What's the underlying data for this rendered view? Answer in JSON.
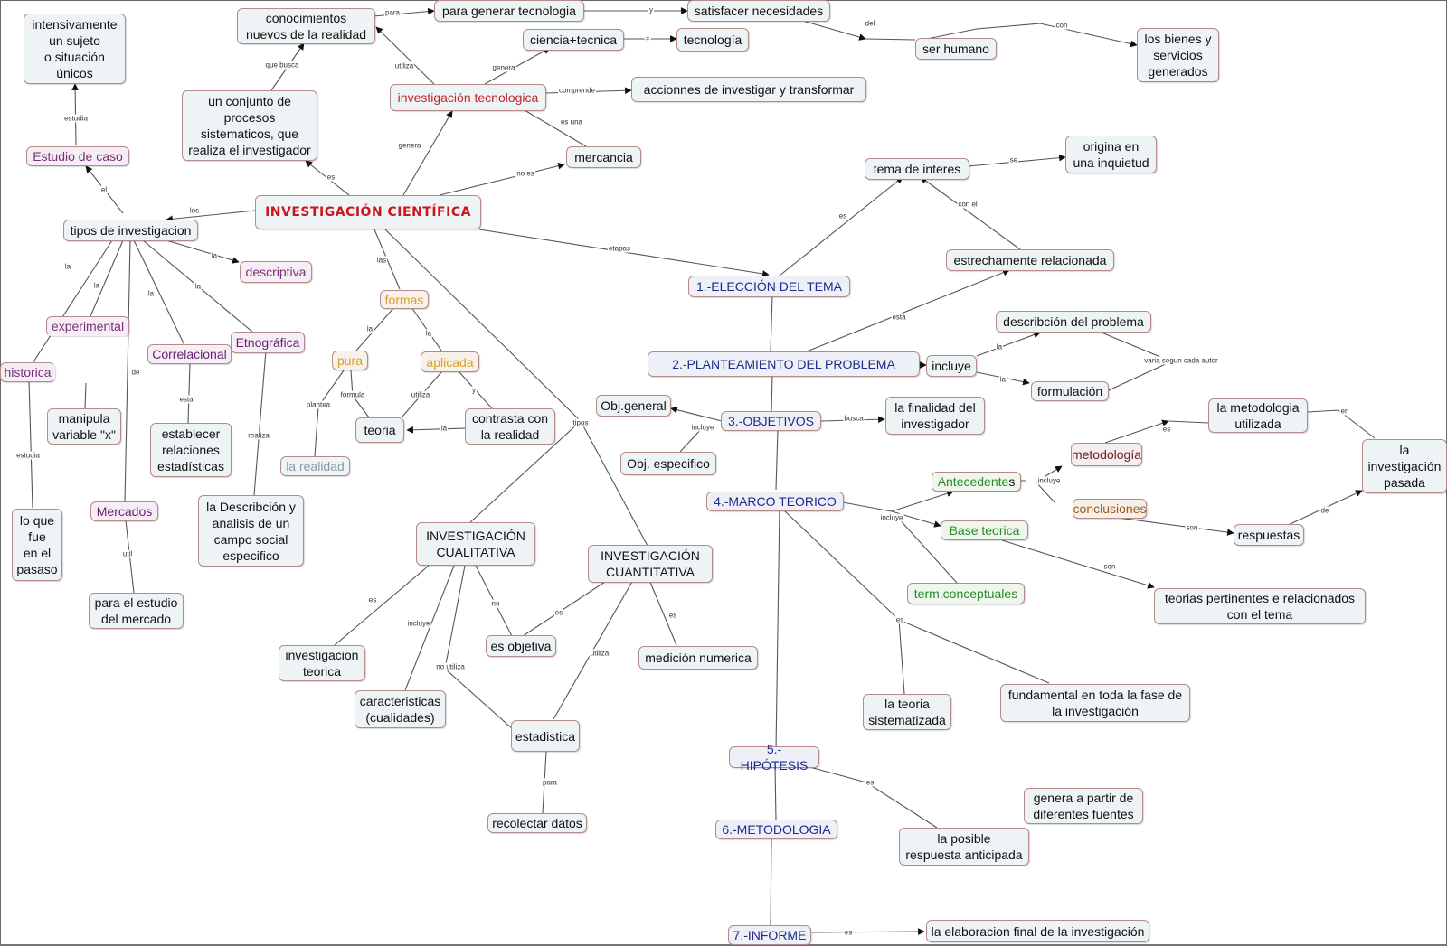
{
  "title": "INVESTIGACIÓN CIENTÍFICA",
  "colors": {
    "link": "#555555",
    "node_border": "#b48a8a",
    "node_bg": "#eef3f6",
    "main_text": "#c8181c",
    "stage_text": "#1f2a8a",
    "type_text": "#7a2f78",
    "form_text": "#d9a02a",
    "marco_text": "#2a8a2a"
  },
  "nodes": {
    "main": "INVESTIGACIÓN CIENTÍFICA",
    "intensivamente": "intensivamente\nun sujeto\no situación\núnicos",
    "conocimientos": "conocimientos\nnuevos de la realidad",
    "para_generar": "para generar tecnologia",
    "satisfacer": "satisfacer necesidades",
    "ser_humano": "ser humano",
    "bienes": "los bienes y\nservicios\ngenerados",
    "ciencia_tecnica": "ciencia+tecnica",
    "tecnologia": "tecnología",
    "inv_tecnologica": "investigación tecnologica",
    "acciones": "accionnes de investigar y transformar",
    "conjunto": "un conjunto de\nprocesos\nsistematicos, que\nrealiza el investigador",
    "mercancia": "mercancia",
    "estudio_caso": "Estudio de caso",
    "tipos": "tipos de investigacion",
    "descriptiva": "descriptiva",
    "experimental": "experimental",
    "historica": "historica",
    "correlacional": "Correlacional",
    "etnografica": "Etnográfica",
    "manipula": "manipula\nvariable \"x\"",
    "establecer": "establecer\nrelaciones\nestadísticas",
    "lo_que_fue": "lo que\nfue\nen el\npasaso",
    "mercados": "Mercados",
    "estudio_mercado": "para el estudio\ndel mercado",
    "descripcion_campo": "la Describción y\nanalisis de un\ncampo social\nespecifico",
    "formas": "formas",
    "pura": "pura",
    "aplicada": "aplicada",
    "la_realidad": "la realidad",
    "teoria": "teoria",
    "contrasta": "contrasta con\nla realidad",
    "cualitativa": "INVESTIGACIÓN\nCUALITATIVA",
    "cuantitativa": "INVESTIGACIÓN\nCUANTITATIVA",
    "inv_teorica": "investigacion\nteorica",
    "caracteristicas": "caracteristicas\n(cualidades)",
    "es_objetiva": "es objetiva",
    "medicion": "medición numerica",
    "estadistica": "estadistica",
    "recolectar": "recolectar datos",
    "tema_interes": "tema de interes",
    "origina": "origina en\nuna inquietud",
    "estrechamente": "estrechamente relacionada",
    "eleccion": "1.-ELECCIÓN DEL TEMA",
    "planteamiento": "2.-PLANTEAMIENTO DEL PROBLEMA",
    "incluye": "incluye",
    "descripcion_problema": "describción del problema",
    "formulacion": "formulación",
    "objetivos": "3.-OBJETIVOS",
    "obj_general": "Obj.general",
    "obj_especifico": "Obj. especifico",
    "finalidad": "la finalidad del\ninvestigador",
    "marco": "4.-MARCO TEORICO",
    "antecedentes_green": "Antecedente",
    "antecedentes_black": "s",
    "base_teorica": "Base teorica",
    "term_conceptuales": "term.conceptuales",
    "metodologia_ant": "metodología",
    "conclusiones": "conclusiones",
    "metodologia_utilizada": "la metodologia\nutilizada",
    "respuestas": "respuestas",
    "inv_pasada": "la\ninvestigación\npasada",
    "teorias_pertinentes": "teorias pertinentes e relacionados\ncon el tema",
    "teoria_sistematizada": "la teoria\nsistematizada",
    "fundamental": "fundamental en toda la fase de\nla investigación",
    "hipotesis": "5.-HIPÓTESIS",
    "posible": "la posible\nrespuesta anticipada",
    "genera_partir": "genera a partir de\ndiferentes fuentes",
    "metodologia": "6.-METODOLOGIA",
    "informe": "7.-INFORME",
    "elaboracion": "la elaboracion final de la investigación"
  },
  "links": {
    "estudia1": "estudia",
    "que_busca": "que busca",
    "para": "para",
    "y": "y",
    "del": "del",
    "con": "con",
    "genera_ct": "genera",
    "igual": "=",
    "utiliza_it": "utiliza",
    "comprende": "comprende",
    "es_una": "es una",
    "genera_main": "genera",
    "es_main": "es",
    "no_es": "no es",
    "los": "los",
    "el": "el",
    "la_desc": "la",
    "la_hist": "la",
    "la_exp": "la",
    "de": "de",
    "la_corr": "la",
    "la_etno": "la",
    "esta": "esta",
    "realiza": "realiza",
    "estudia2": "estudia",
    "util": "util",
    "las": "las",
    "la_pura": "la",
    "la_apl": "la",
    "plantea": "plantea",
    "formula": "formula",
    "utiliza_apl": "utiliza",
    "y_apl": "y",
    "la_teoria": "la",
    "tipos": "tipos",
    "es_cual": "es",
    "incluye_cual": "incluye",
    "no_utiliza": "no utiliza",
    "no": "no",
    "es_cuant": "es",
    "utiliza_cuant": "utiliza",
    "es_med": "es",
    "para_rec": "para",
    "etapas": "etapas",
    "es_tema": "es",
    "se": "se",
    "con_el": "con el",
    "esta_rel": "está",
    "la_desc_p": "la",
    "la_form": "la",
    "varia": "varia segun cada autor",
    "incluye_obj": "incluye",
    "busca": "busca",
    "incluye_marco": "incluye",
    "incluye_ant": "incluye",
    "es_met": "es",
    "en": "en",
    "son_concl": "son",
    "de_resp": "de",
    "son_base": "son",
    "es_marco": "es",
    "es_hip": "es",
    "es_inf": "es"
  }
}
